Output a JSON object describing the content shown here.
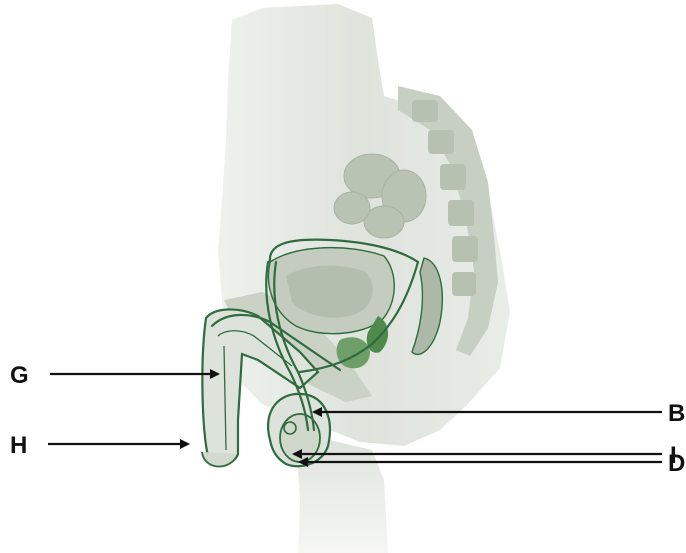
{
  "labels": {
    "G": "G",
    "H": "H",
    "B": "B",
    "I": "I",
    "D": "D"
  },
  "colors": {
    "background": "#ffffff",
    "body_silhouette": "#dfe3dc",
    "tissue": "#c9d2c5",
    "outline_green": "#2e6b3f",
    "gland_green": "#4f8a4c",
    "arrow": "#111111"
  }
}
